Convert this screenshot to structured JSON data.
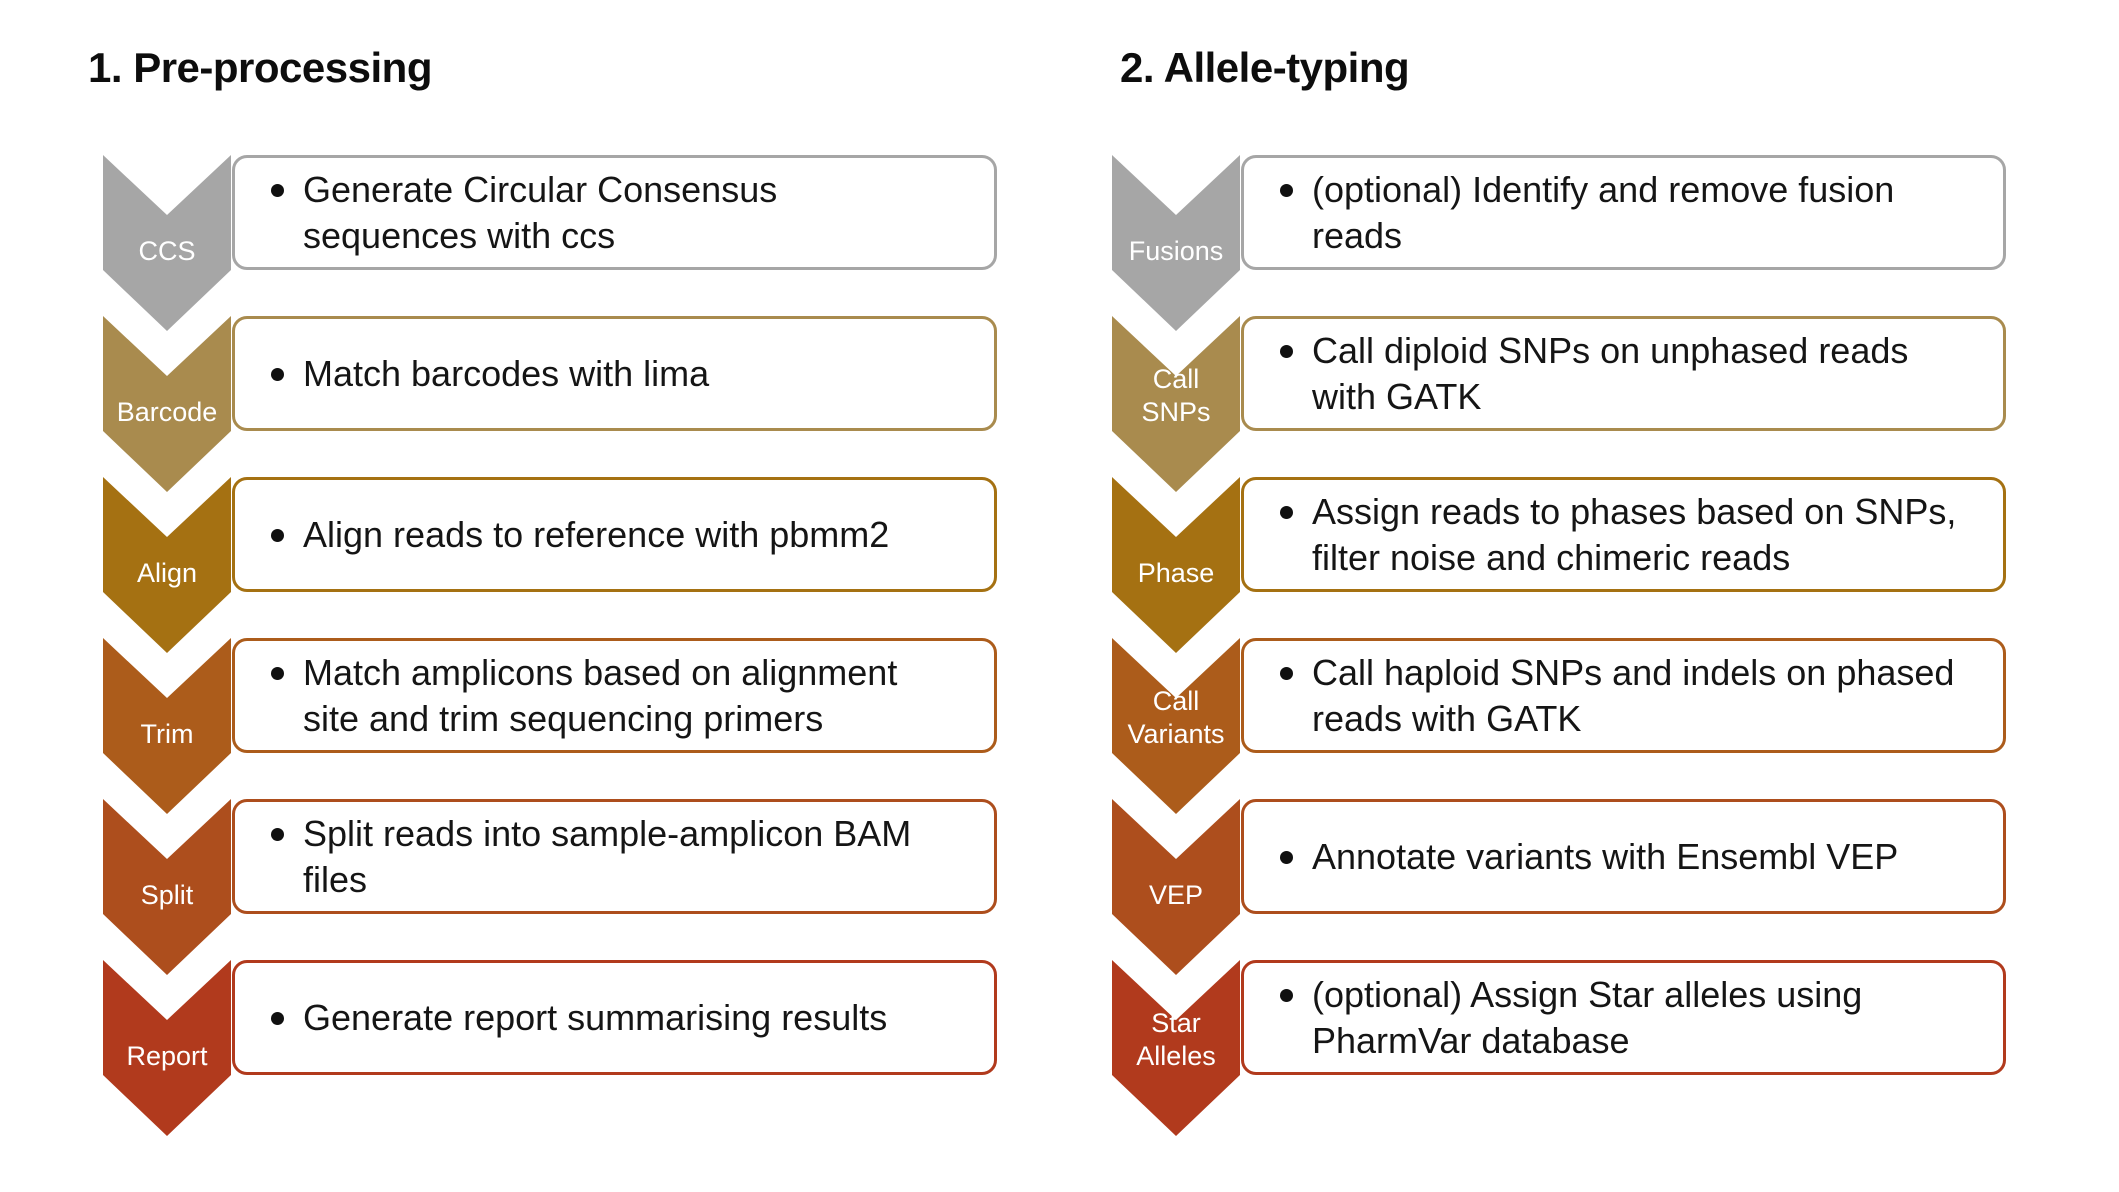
{
  "diagram": {
    "background": "#ffffff",
    "text_color": "#151515",
    "label_text_color": "#ffffff",
    "step_colors": [
      "#a6a6a6",
      "#a98b4e",
      "#a57112",
      "#ac5c1b",
      "#ad4e1d",
      "#b13a1d"
    ]
  },
  "columns": [
    {
      "title": "1. Pre-processing",
      "steps": [
        {
          "label": "CCS",
          "text": "Generate Circular Consensus sequences with ccs",
          "color": "#a6a6a6"
        },
        {
          "label": "Barcode",
          "text": "Match barcodes with lima",
          "color": "#a98b4e"
        },
        {
          "label": "Align",
          "text": "Align reads to reference with pbmm2",
          "color": "#a57112"
        },
        {
          "label": "Trim",
          "text": "Match amplicons based on alignment site and trim sequencing primers",
          "color": "#ac5c1b"
        },
        {
          "label": "Split",
          "text": "Split reads into sample-amplicon BAM files",
          "color": "#ad4e1d"
        },
        {
          "label": "Report",
          "text": "Generate report summarising results",
          "color": "#b13a1d"
        }
      ]
    },
    {
      "title": "2. Allele-typing",
      "steps": [
        {
          "label": "Fusions",
          "text": "(optional) Identify and remove fusion reads",
          "color": "#a6a6a6"
        },
        {
          "label": "Call\nSNPs",
          "text": "Call diploid SNPs on unphased reads with GATK",
          "color": "#a98b4e"
        },
        {
          "label": "Phase",
          "text": "Assign reads to phases based on SNPs, filter noise and chimeric reads",
          "color": "#a57112"
        },
        {
          "label": "Call\nVariants",
          "text": "Call haploid SNPs and indels on phased reads with GATK",
          "color": "#ac5c1b"
        },
        {
          "label": "VEP",
          "text": "Annotate variants with Ensembl VEP",
          "color": "#ad4e1d"
        },
        {
          "label": "Star\nAlleles",
          "text": "(optional) Assign Star alleles using PharmVar database",
          "color": "#b13a1d"
        }
      ]
    }
  ]
}
